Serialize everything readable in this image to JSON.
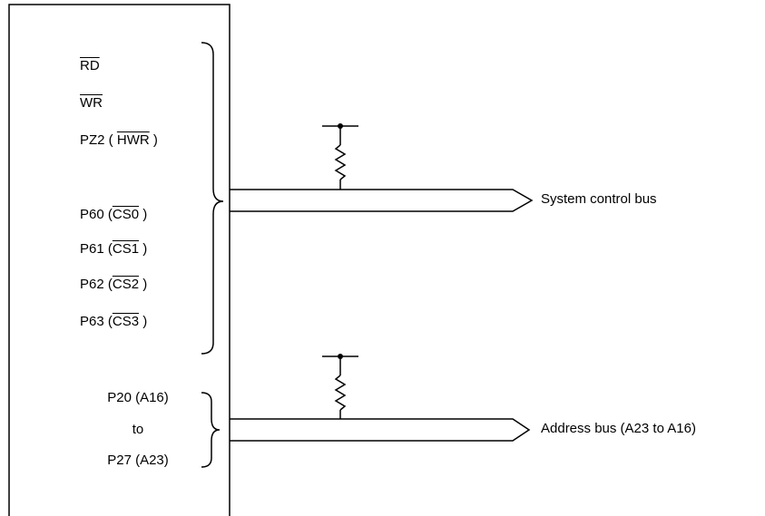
{
  "signals": {
    "rd": "RD",
    "wr": "WR",
    "pz2_port": "PZ2 (",
    "pz2_func": "HWR",
    "pz2_close": " )",
    "p60_port": "P60 (",
    "p60_func": "CS0",
    "p61_port": "P61 (",
    "p61_func": "CS1",
    "p62_port": "P62 (",
    "p62_func": "CS2",
    "p63_port": "P63 (",
    "p63_func": "CS3",
    "close": " )"
  },
  "address_pins": {
    "first": "P20 (A16)",
    "to": "to",
    "last": "P27 (A23)"
  },
  "buses": {
    "system": "System control bus",
    "address": "Address bus (A23 to A16)"
  }
}
